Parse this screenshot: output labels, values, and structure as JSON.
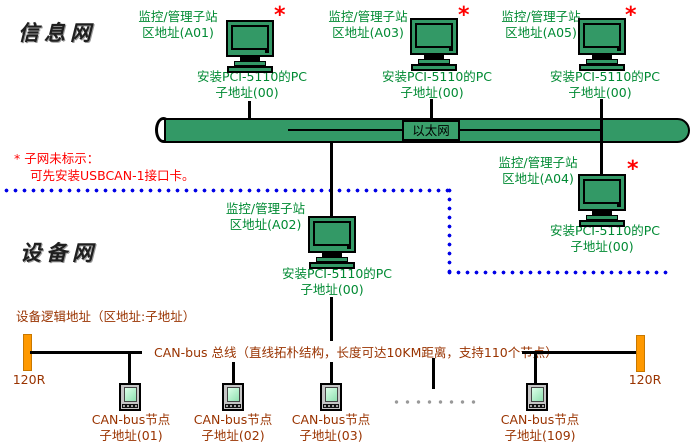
{
  "zones": {
    "info": "信息网",
    "device": "设备网"
  },
  "ethernet": {
    "label": "以太网"
  },
  "note": {
    "line1": "* 子网未标示：",
    "line2": "可先安装USBCAN-1接口卡。"
  },
  "stations": [
    {
      "title1": "监控/管理子站",
      "title2": "区地址(A01)",
      "cap1": "安装PCI-5110的PC",
      "cap2": "子地址(00)",
      "star": "*"
    },
    {
      "title1": "监控/管理子站",
      "title2": "区地址(A03)",
      "cap1": "安装PCI-5110的PC",
      "cap2": "子地址(00)",
      "star": "*"
    },
    {
      "title1": "监控/管理子站",
      "title2": "区地址(A05)",
      "cap1": "安装PCI-5110的PC",
      "cap2": "子地址(00)",
      "star": "*"
    },
    {
      "title1": "监控/管理子站",
      "title2": "区地址(A02)",
      "cap1": "安装PCI-5110的PC",
      "cap2": "子地址(00)"
    },
    {
      "title1": "监控/管理子站",
      "title2": "区地址(A04)",
      "cap1": "安装PCI-5110的PC",
      "cap2": "子地址(00)",
      "star": "*"
    }
  ],
  "device_net": {
    "logical_address_label": "设备逻辑地址（区地址:子地址）",
    "bus_text": "CAN-bus 总线（直线拓朴结构，长度可达10KM距离，支持110个节点）",
    "terminator_left": "120R",
    "terminator_right": "120R",
    "nodes": [
      {
        "line1": "CAN-bus节点",
        "line2": "子地址(01)"
      },
      {
        "line1": "CAN-bus节点",
        "line2": "子地址(02)"
      },
      {
        "line1": "CAN-bus节点",
        "line2": "子地址(03)"
      },
      {
        "line1": "CAN-bus节点",
        "line2": "子地址(109)"
      }
    ],
    "ellipsis_dots": 8
  },
  "colors": {
    "device_green": "#339966",
    "label_green": "#008A33",
    "note_red": "#FF0000",
    "separator_blue": "#0000E6",
    "bus_brown": "#993300",
    "terminator_orange": "#FF9900"
  }
}
